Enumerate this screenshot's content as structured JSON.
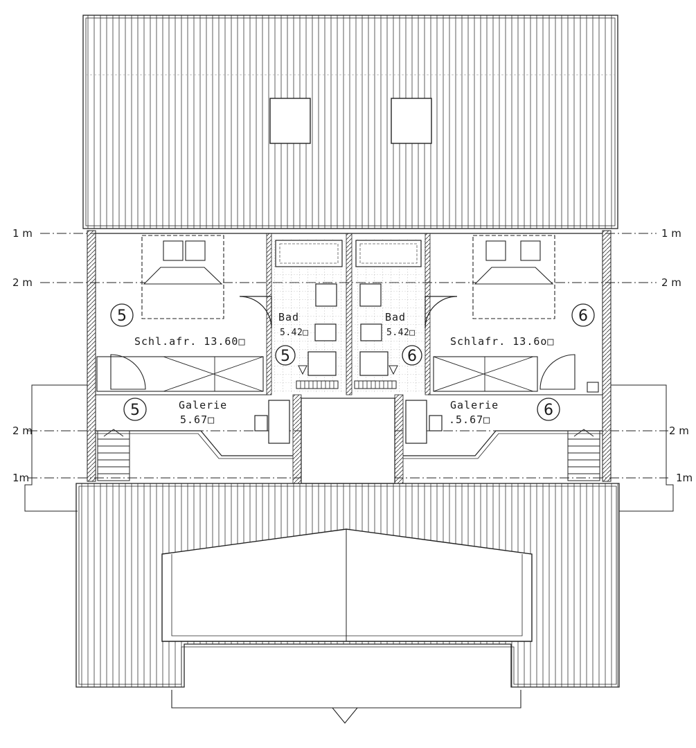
{
  "plan": {
    "levels": {
      "level_1m": "1 m",
      "level_2m": "2 m",
      "left_level_2m": "2 m",
      "left_level_1m": "1m",
      "right_level_2m": "2 m",
      "right_level_1m": "1m"
    },
    "unit5": {
      "number": "5",
      "bedroom_label": "Schl.afr. 13.60□",
      "bath_label": "Bad",
      "bath_area": "5.42□",
      "gallery_label": "Galerie",
      "gallery_area": "5.67□"
    },
    "unit6": {
      "number": "6",
      "bedroom_label": "Schlafr. 13.6o□",
      "bath_label": "Bad",
      "bath_area": "5.42□",
      "gallery_label": "Galerie",
      "gallery_area": ".5.67□"
    }
  }
}
